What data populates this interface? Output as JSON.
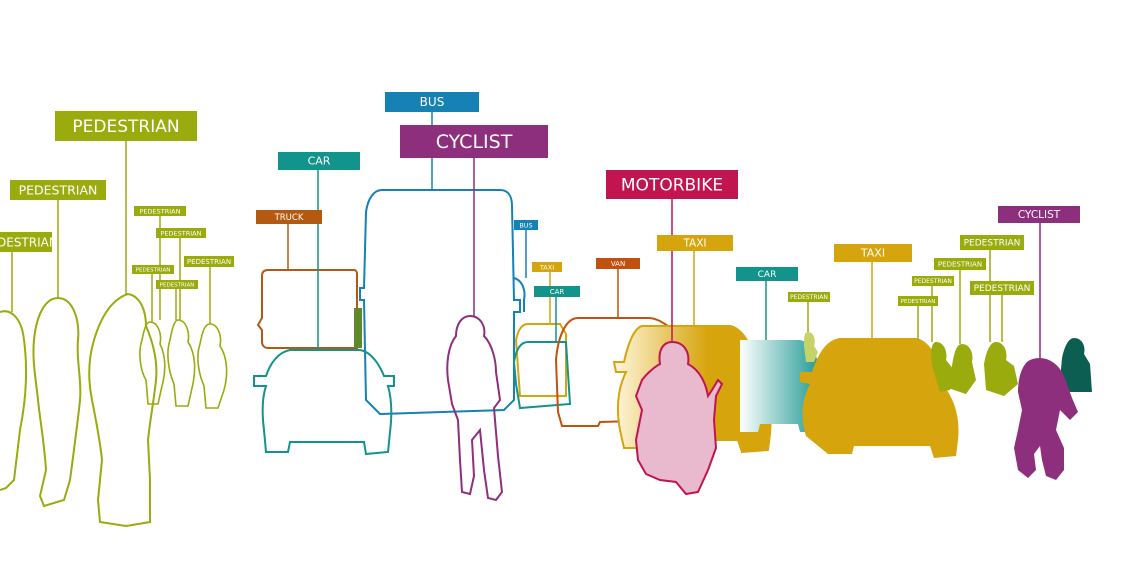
{
  "labels": {
    "pedestrian": "PEDESTRIAN",
    "car": "CAR",
    "bus": "BUS",
    "cyclist": "CYCLIST",
    "truck": "TRUCK",
    "taxi": "TAXI",
    "van": "VAN",
    "motorbike": "MOTORBIKE"
  },
  "colors": {
    "pedestrian": "#9aab0e",
    "car": "#12938c",
    "bus": "#1581b5",
    "cyclist": "#8e2f7e",
    "truck": "#b45a10",
    "taxi": "#d6a40c",
    "van": "#c2510e",
    "motorbike": "#c2144f",
    "motorbike_fill": "#e9b9cd",
    "dark_teal": "#0c5e52",
    "white": "#ffffff"
  }
}
